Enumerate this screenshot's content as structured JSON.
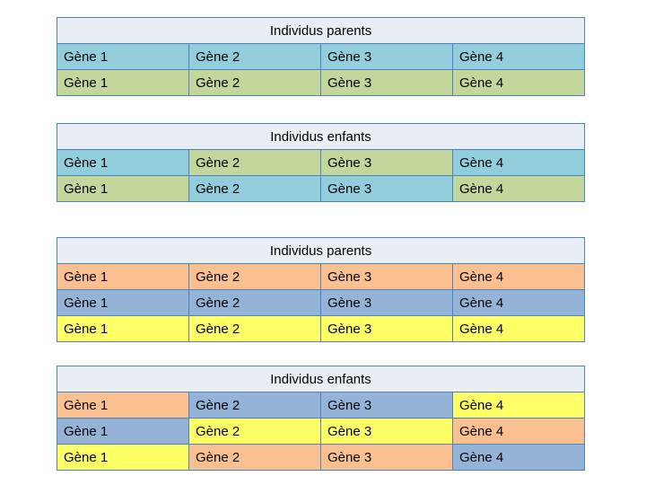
{
  "colors": {
    "border": "#4f81bd",
    "header": "#e9edf4",
    "cyan": "#92cddc",
    "green": "#c3d69b",
    "orange": "#fac090",
    "blue": "#95b3d7",
    "yellow": "#ffff66"
  },
  "tables": [
    {
      "title": "Individus parents",
      "rows": [
        {
          "cells": [
            {
              "label": "Gène 1",
              "color": "cyan"
            },
            {
              "label": "Gène 2",
              "color": "cyan"
            },
            {
              "label": "Gène 3",
              "color": "cyan"
            },
            {
              "label": "Gène 4",
              "color": "cyan"
            }
          ]
        },
        {
          "cells": [
            {
              "label": "Gène 1",
              "color": "green"
            },
            {
              "label": "Gène 2",
              "color": "green"
            },
            {
              "label": "Gène 3",
              "color": "green"
            },
            {
              "label": "Gène 4",
              "color": "green"
            }
          ]
        }
      ]
    },
    {
      "title": "Individus enfants",
      "rows": [
        {
          "cells": [
            {
              "label": "Gène 1",
              "color": "cyan"
            },
            {
              "label": "Gène 2",
              "color": "green"
            },
            {
              "label": "Gène 3",
              "color": "green"
            },
            {
              "label": "Gène 4",
              "color": "cyan"
            }
          ]
        },
        {
          "cells": [
            {
              "label": "Gène 1",
              "color": "green"
            },
            {
              "label": "Gène 2",
              "color": "cyan"
            },
            {
              "label": "Gène 3",
              "color": "cyan"
            },
            {
              "label": "Gène 4",
              "color": "green"
            }
          ]
        }
      ]
    },
    {
      "title": "Individus parents",
      "rows": [
        {
          "cells": [
            {
              "label": "Gène 1",
              "color": "orange"
            },
            {
              "label": "Gène 2",
              "color": "orange"
            },
            {
              "label": "Gène 3",
              "color": "orange"
            },
            {
              "label": "Gène 4",
              "color": "orange"
            }
          ]
        },
        {
          "cells": [
            {
              "label": "Gène 1",
              "color": "blue"
            },
            {
              "label": "Gène 2",
              "color": "blue"
            },
            {
              "label": "Gène 3",
              "color": "blue"
            },
            {
              "label": "Gène 4",
              "color": "blue"
            }
          ]
        },
        {
          "cells": [
            {
              "label": "Gène 1",
              "color": "yellow"
            },
            {
              "label": "Gène 2",
              "color": "yellow"
            },
            {
              "label": "Gène 3",
              "color": "yellow"
            },
            {
              "label": "Gène 4",
              "color": "yellow"
            }
          ]
        }
      ]
    },
    {
      "title": "Individus enfants",
      "rows": [
        {
          "cells": [
            {
              "label": "Gène 1",
              "color": "orange"
            },
            {
              "label": "Gène 2",
              "color": "blue"
            },
            {
              "label": "Gène 3",
              "color": "blue"
            },
            {
              "label": "Gène 4",
              "color": "yellow"
            }
          ]
        },
        {
          "cells": [
            {
              "label": "Gène 1",
              "color": "blue"
            },
            {
              "label": "Gène 2",
              "color": "yellow"
            },
            {
              "label": "Gène 3",
              "color": "yellow"
            },
            {
              "label": "Gène 4",
              "color": "orange"
            }
          ]
        },
        {
          "cells": [
            {
              "label": "Gène 1",
              "color": "yellow"
            },
            {
              "label": "Gène 2",
              "color": "orange"
            },
            {
              "label": "Gène 3",
              "color": "orange"
            },
            {
              "label": "Gène 4",
              "color": "blue"
            }
          ]
        }
      ]
    }
  ]
}
